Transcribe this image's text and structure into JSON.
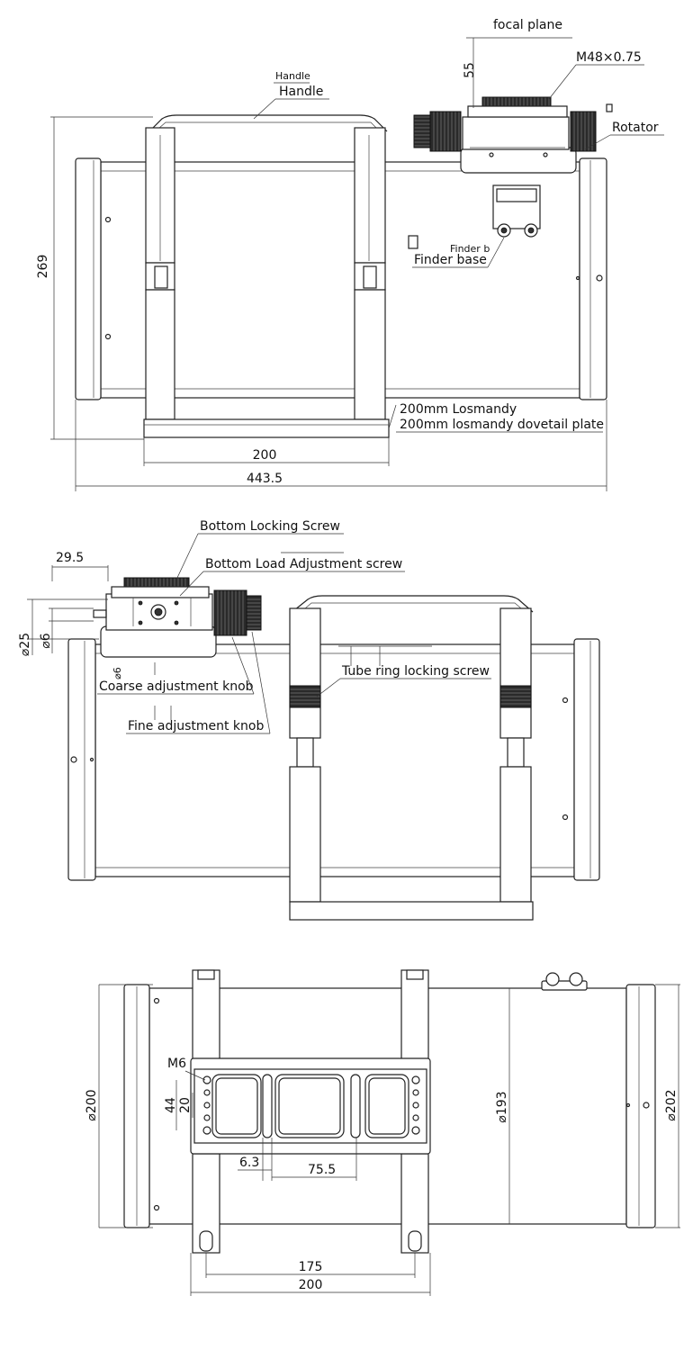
{
  "labels": {
    "focal_plane": "focal plane",
    "m48": "M48×0.75",
    "handle_small": "Handle",
    "handle": "Handle",
    "rotator": "Rotator",
    "finder_small": "Finder b",
    "finder_base": "Finder base",
    "losmandy_small": "200mm Losmandy",
    "losmandy": "200mm losmandy  dovetail plate",
    "bottom_locking_screw": "Bottom Locking Screw",
    "bottom_load_screw": "Bottom Load Adjustment screw",
    "tube_ring_screw": "Tube ring locking screw",
    "coarse_knob": "Coarse adjustment knob",
    "fine_knob": "Fine adjustment knob",
    "m6": "M6"
  },
  "dimensions": {
    "d55": "55",
    "d269": "269",
    "d200_top": "200",
    "d443": "443.5",
    "d29_5": "29.5",
    "d25": "⌀25",
    "d6": "⌀6",
    "d6b": "⌀6",
    "d44": "44",
    "d20": "20",
    "d6_3": "6.3",
    "d75_5": "75.5",
    "d200_dia": "⌀200",
    "d193": "⌀193",
    "d202": "⌀202",
    "d175": "175",
    "d200_bottom": "200"
  }
}
